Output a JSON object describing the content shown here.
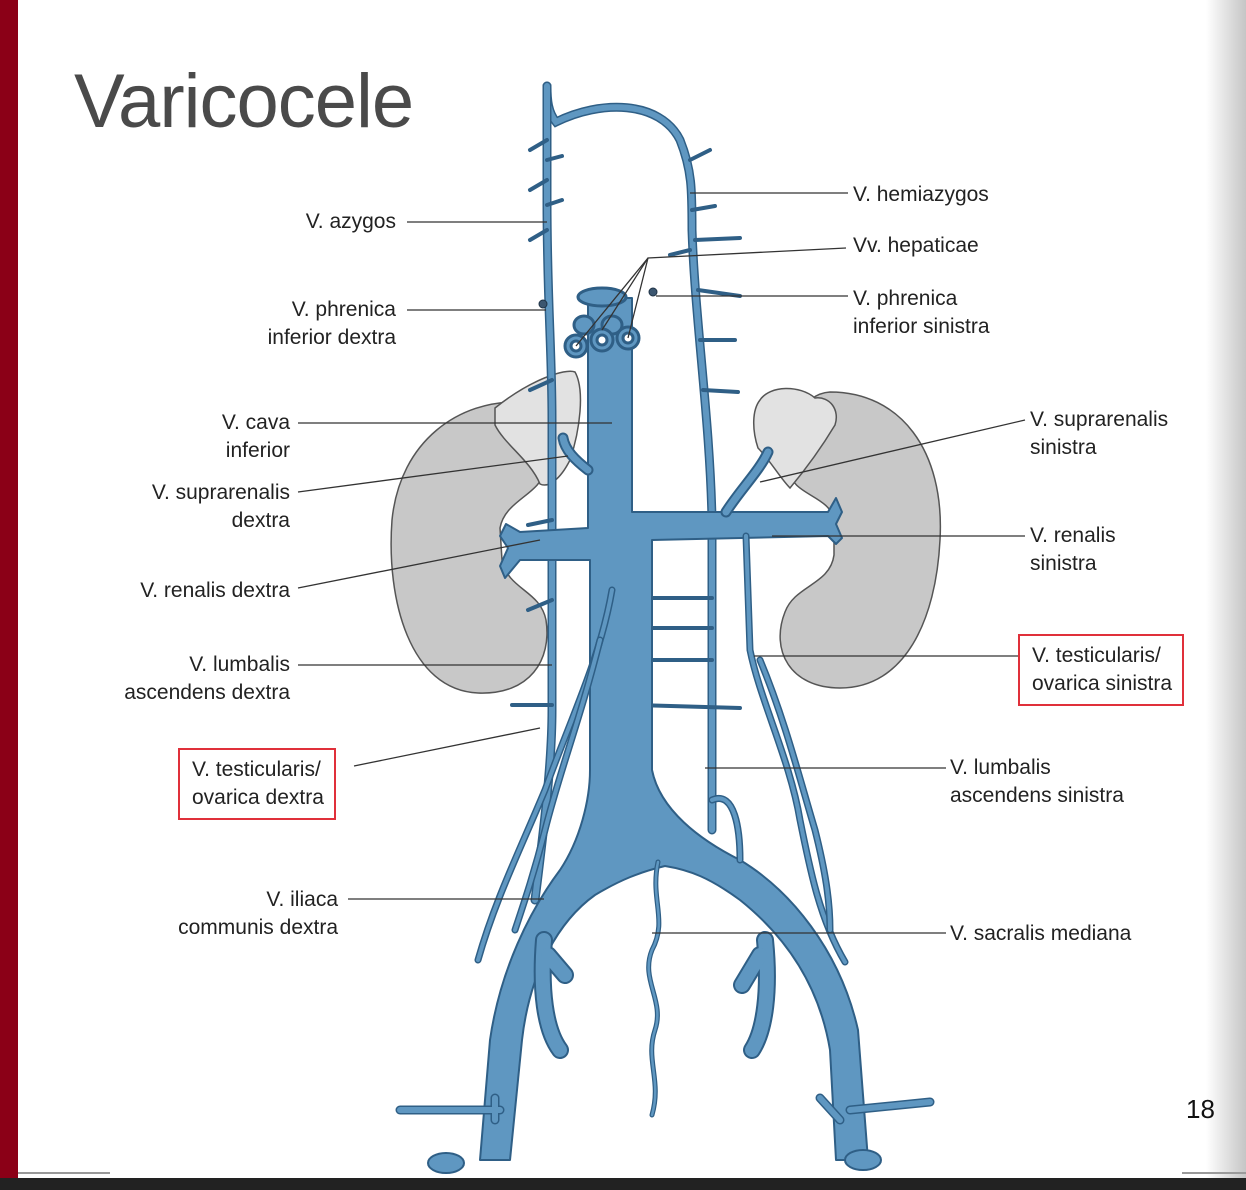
{
  "slide": {
    "title": "Varicocele",
    "page_number": "18"
  },
  "labels": {
    "azygos": [
      "V. azygos"
    ],
    "phrenica_dextra": [
      "V. phrenica",
      "inferior dextra"
    ],
    "cava": [
      "V. cava",
      "inferior"
    ],
    "suprarenalis_dextra": [
      "V. suprarenalis",
      "dextra"
    ],
    "renalis_dextra": [
      "V. renalis dextra"
    ],
    "lumbalis_dextra": [
      "V. lumbalis",
      "ascendens dextra"
    ],
    "testicularis_dextra": [
      "V. testicularis/",
      "ovarica dextra"
    ],
    "iliaca_dextra": [
      "V. iliaca",
      "communis dextra"
    ],
    "hemiazygos": [
      "V. hemiazygos"
    ],
    "hepaticae": [
      "Vv. hepaticae"
    ],
    "phrenica_sinistra": [
      "V. phrenica",
      "inferior sinistra"
    ],
    "suprarenalis_sinistra": [
      "V. suprarenalis",
      "sinistra"
    ],
    "renalis_sinistra": [
      "V. renalis",
      "sinistra"
    ],
    "testicularis_sinistra": [
      "V. testicularis/",
      "ovarica sinistra"
    ],
    "lumbalis_sinistra": [
      "V. lumbalis",
      "ascendens sinistra"
    ],
    "sacralis": [
      "V. sacralis mediana"
    ]
  },
  "colors": {
    "vein_fill": "#5f97c1",
    "vein_stroke": "#2f5f86",
    "kidney": "#c8c8c8",
    "adrenal": "#e2e2e2",
    "highlight_box": "#e0303a",
    "accent_bar": "#8b0017"
  }
}
